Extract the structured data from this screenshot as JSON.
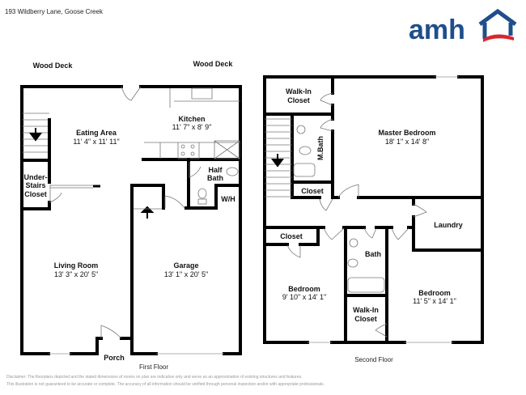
{
  "header": {
    "address": "193 Wildberry Lane, Goose Creek"
  },
  "logo": {
    "text": "amh",
    "brand_color": "#1f4e8c",
    "accent_color": "#d9262c"
  },
  "first_floor": {
    "label": "First Floor",
    "outside": [
      {
        "label": "Wood Deck"
      },
      {
        "label": "Wood Deck"
      },
      {
        "label": "Porch"
      }
    ],
    "rooms": [
      {
        "name": "Eating Area",
        "dims": "11' 4\" x 11' 11\""
      },
      {
        "name": "Kitchen",
        "dims": "11' 7\" x 8' 9\""
      },
      {
        "name": "Half",
        "name2": "Bath"
      },
      {
        "name": "W/H"
      },
      {
        "name": "Under-",
        "name2": "Stairs",
        "name3": "Closet"
      },
      {
        "name": "Living Room",
        "dims": "13' 3\" x 20' 5\""
      },
      {
        "name": "Garage",
        "dims": "13' 1\" x 20' 5\""
      }
    ]
  },
  "second_floor": {
    "label": "Second Floor",
    "rooms": [
      {
        "name": "Walk-In",
        "name2": "Closet"
      },
      {
        "name": "Master Bedroom",
        "dims": "18' 1\" x 14' 8\""
      },
      {
        "name": "M.Bath"
      },
      {
        "name": "Closet"
      },
      {
        "name": "Laundry"
      },
      {
        "name": "Closet"
      },
      {
        "name": "Bath"
      },
      {
        "name": "Bedroom",
        "dims": "9' 10\" x 14' 1\""
      },
      {
        "name": "Bedroom",
        "dims": "11' 5\" x 14' 1\""
      },
      {
        "name": "Walk-In",
        "name2": "Closet"
      }
    ]
  },
  "disclaimer": {
    "line1": "Disclaimer: The floorplans depicted and the stated dimensions of rooms on plan are indicative only and serve as an approximation of existing structures and features.",
    "line2": "This illustration is not guaranteed to be accurate or complete. The accuracy of all information should be verified through personal inspection and/or with appropriate professionals."
  }
}
